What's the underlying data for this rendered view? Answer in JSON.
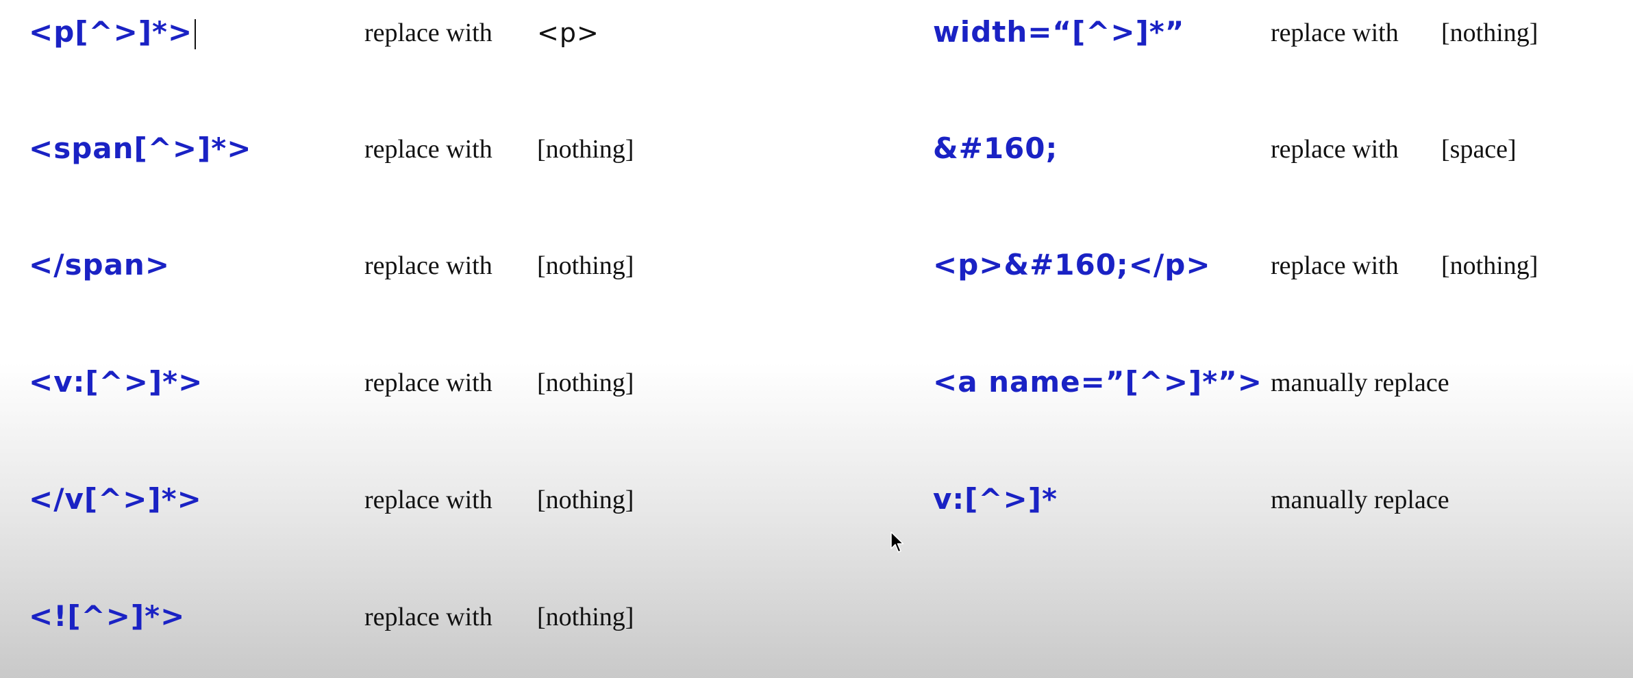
{
  "left_rules": [
    {
      "pattern": "<p[^>]*>",
      "action": "replace with",
      "replacement": "<p>"
    },
    {
      "pattern": "<span[^>]*>",
      "action": "replace with",
      "replacement": "[nothing]"
    },
    {
      "pattern": "</span>",
      "action": "replace with",
      "replacement": "[nothing]"
    },
    {
      "pattern": "<v:[^>]*>",
      "action": "replace with",
      "replacement": "[nothing]"
    },
    {
      "pattern": "</v[^>]*>",
      "action": "replace with",
      "replacement": "[nothing]"
    },
    {
      "pattern": "<![^>]*>",
      "action": "replace with",
      "replacement": "[nothing]"
    }
  ],
  "right_rules": [
    {
      "pattern": "width=“[^>]*”",
      "action": "replace with",
      "replacement": "[nothing]"
    },
    {
      "pattern": "&#160;",
      "action": "replace with",
      "replacement": "[space]"
    },
    {
      "pattern": "<p>&#160;</p>",
      "action": "replace with",
      "replacement": "[nothing]"
    },
    {
      "pattern": "<a name=”[^>]*”>",
      "action": "manually replace",
      "replacement": ""
    },
    {
      "pattern": "v:[^>]*",
      "action": "manually replace",
      "replacement": ""
    }
  ],
  "colors": {
    "pattern_text": "#1a22c4",
    "body_text": "#111111"
  },
  "icons": {
    "mouse_cursor": "arrow-pointer-icon",
    "text_caret": "text-caret-icon"
  }
}
